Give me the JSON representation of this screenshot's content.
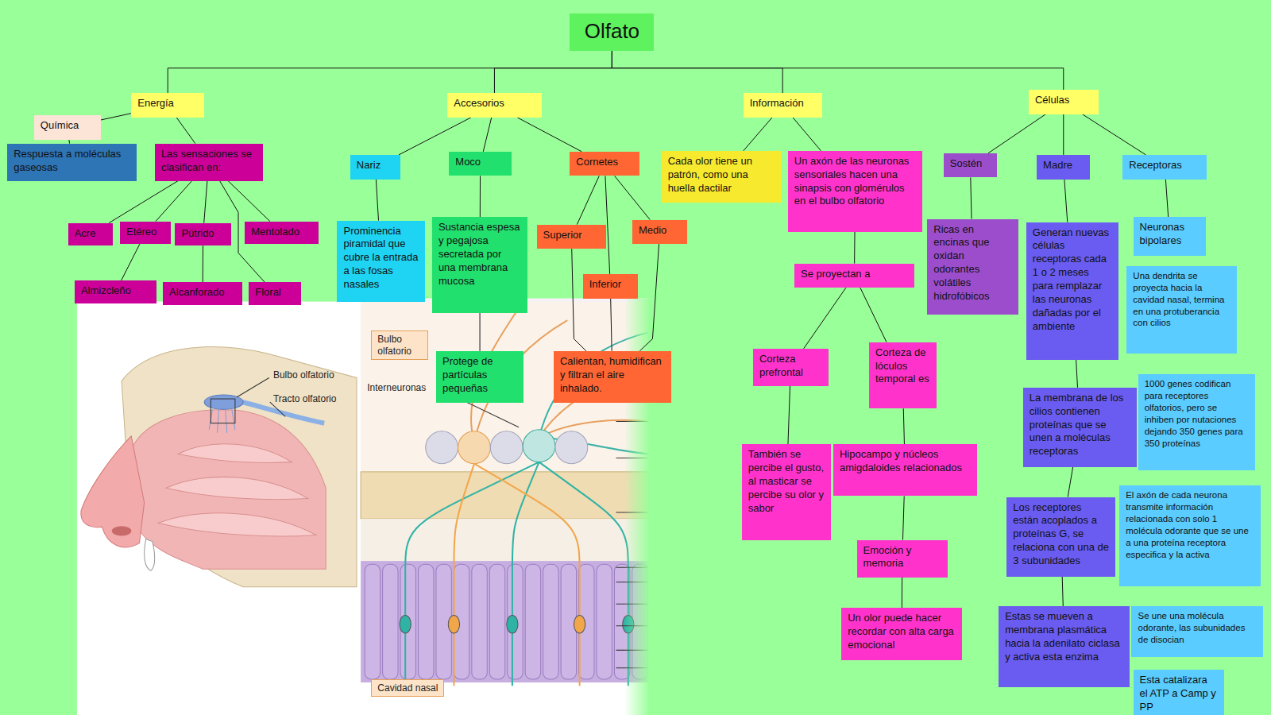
{
  "diagram": {
    "nodes": [
      {
        "text": [
          "Olfato"
        ]
      },
      {
        "text": [
          "Energía"
        ]
      },
      {
        "text": [
          "Accesorios"
        ]
      },
      {
        "text": [
          "Información"
        ]
      },
      {
        "text": [
          "Células"
        ]
      },
      {
        "text": [
          "Química"
        ]
      },
      {
        "text": [
          "Respuesta a moléculas gaseosas"
        ]
      },
      {
        "text": [
          "Las sensaciones se clasifican en:"
        ]
      },
      {
        "text": [
          "Acre"
        ]
      },
      {
        "text": [
          "Etéreo"
        ]
      },
      {
        "text": [
          "Pútrido"
        ]
      },
      {
        "text": [
          "Mentolado"
        ]
      },
      {
        "text": [
          "Almizcleño"
        ]
      },
      {
        "text": [
          "Alcanforado"
        ]
      },
      {
        "text": [
          "Floral"
        ]
      },
      {
        "text": [
          "Nariz"
        ]
      },
      {
        "text": [
          "Moco"
        ]
      },
      {
        "text": [
          "Cornetes"
        ]
      },
      {
        "text": [
          "Prominencia piramidal que cubre la entrada a las fosas nasales"
        ]
      },
      {
        "text": [
          "Sustancia espesa y pegajosa secretada por una membrana mucosa"
        ]
      },
      {
        "text": [
          "Superior"
        ]
      },
      {
        "text": [
          "Medio"
        ]
      },
      {
        "text": [
          "Inferior"
        ]
      },
      {
        "text": [
          "Protege de partículas pequeñas"
        ]
      },
      {
        "text": [
          "Calientan, humidifican y filtran el aire inhalado."
        ]
      },
      {
        "text": [
          "Cada olor tiene un patrón, como una huella dactilar"
        ]
      },
      {
        "text": [
          "Un axón de las neuronas sensoriales hacen una sinapsis con glomérulos en el bulbo olfatorio"
        ]
      },
      {
        "text": [
          "Se proyectan a"
        ]
      },
      {
        "text": [
          "Corteza prefrontal"
        ]
      },
      {
        "text": [
          "Corteza de lóculos temporal es"
        ]
      },
      {
        "text": [
          "También se percibe el gusto, al masticar se percibe su olor y sabor"
        ]
      },
      {
        "text": [
          "Hipocampo y núcleos amigdaloides relacionados"
        ]
      },
      {
        "text": [
          "Emoción y memoria"
        ]
      },
      {
        "text": [
          "Un olor puede hacer recordar con alta carga emocional"
        ]
      },
      {
        "text": [
          "Sostén"
        ]
      },
      {
        "text": [
          "Madre"
        ]
      },
      {
        "text": [
          "Receptoras"
        ]
      },
      {
        "text": [
          "Ricas en encinas que oxidan odorantes volátiles hidrofóbicos"
        ]
      },
      {
        "text": [
          "Generan nuevas células receptoras cada 1 o 2 meses para remplazar las neuronas dañadas por el ambiente"
        ]
      },
      {
        "text": [
          "La membrana de los cilios contienen proteínas que se unen a moléculas receptoras"
        ]
      },
      {
        "text": [
          "Los receptores están acoplados a proteínas G, se relaciona con una de 3 subunidades"
        ]
      },
      {
        "text": [
          "Estas se mueven a membrana plasmática hacia la adenilato ciclasa y activa esta enzima"
        ]
      },
      {
        "text": [
          "Neuronas bipolares"
        ]
      },
      {
        "text": [
          "Una dendrita se proyecta hacia la cavidad nasal, termina en una protuberancia con cilios"
        ]
      },
      {
        "text": [
          "1000 genes codifican para receptores olfatorios, pero se inhiben por nutaciones dejando 350 genes para 350 proteínas"
        ]
      },
      {
        "text": [
          "El axón de cada neurona transmite información relacionada con solo 1 molécula odorante que se une a una proteína receptora especifica y la activa"
        ]
      },
      {
        "text": [
          "Se une una molécula odorante, las subunidades de disocian"
        ]
      },
      {
        "text": [
          "Esta catalizara el ATP a Camp y PP"
        ]
      }
    ],
    "edges": [
      {
        "from": 0,
        "to": 1,
        "arrow": "none"
      },
      {
        "from": 0,
        "to": 2,
        "arrow": "none"
      },
      {
        "from": 0,
        "to": 3,
        "arrow": "none"
      },
      {
        "from": 0,
        "to": 4,
        "arrow": "none"
      },
      {
        "from": 1,
        "to": 5,
        "arrow": "none"
      },
      {
        "from": 1,
        "to": 7,
        "arrow": "none"
      },
      {
        "from": 5,
        "to": 6,
        "arrow": "none"
      },
      {
        "from": 7,
        "to": 8,
        "arrow": "none"
      },
      {
        "from": 7,
        "to": 9,
        "arrow": "none"
      },
      {
        "from": 7,
        "to": 10,
        "arrow": "none"
      },
      {
        "from": 7,
        "to": 11,
        "arrow": "none"
      },
      {
        "from": 7,
        "to": 14,
        "arrow": "none"
      },
      {
        "from": 9,
        "to": 12,
        "arrow": "none"
      },
      {
        "from": 10,
        "to": 13,
        "arrow": "none"
      },
      {
        "from": 2,
        "to": 15,
        "arrow": "none"
      },
      {
        "from": 2,
        "to": 16,
        "arrow": "none"
      },
      {
        "from": 2,
        "to": 17,
        "arrow": "none"
      },
      {
        "from": 15,
        "to": 18,
        "arrow": "none"
      },
      {
        "from": 16,
        "to": 19,
        "arrow": "none"
      },
      {
        "from": 19,
        "to": 23,
        "arrow": "none"
      },
      {
        "from": 17,
        "to": 20,
        "arrow": "none"
      },
      {
        "from": 17,
        "to": 21,
        "arrow": "none"
      },
      {
        "from": 17,
        "to": 22,
        "arrow": "none"
      },
      {
        "from": 20,
        "to": 24,
        "arrow": "none"
      },
      {
        "from": 21,
        "to": 24,
        "arrow": "none"
      },
      {
        "from": 22,
        "to": 24,
        "arrow": "none"
      },
      {
        "from": 3,
        "to": 25,
        "arrow": "none"
      },
      {
        "from": 3,
        "to": 26,
        "arrow": "none"
      },
      {
        "from": 26,
        "to": 27,
        "arrow": "none"
      },
      {
        "from": 27,
        "to": 28,
        "arrow": "none"
      },
      {
        "from": 27,
        "to": 29,
        "arrow": "none"
      },
      {
        "from": 28,
        "to": 30,
        "arrow": "none"
      },
      {
        "from": 29,
        "to": 31,
        "arrow": "none"
      },
      {
        "from": 31,
        "to": 32,
        "arrow": "none"
      },
      {
        "from": 32,
        "to": 33,
        "arrow": "none"
      },
      {
        "from": 4,
        "to": 34,
        "arrow": "none"
      },
      {
        "from": 4,
        "to": 35,
        "arrow": "none"
      },
      {
        "from": 4,
        "to": 36,
        "arrow": "none"
      },
      {
        "from": 34,
        "to": 37,
        "arrow": "none"
      },
      {
        "from": 35,
        "to": 38,
        "arrow": "none"
      },
      {
        "from": 38,
        "to": 39,
        "arrow": "none"
      },
      {
        "from": 39,
        "to": 40,
        "arrow": "none"
      },
      {
        "from": 40,
        "to": 41,
        "arrow": "none"
      },
      {
        "from": 36,
        "to": 42,
        "arrow": "none"
      }
    ],
    "labels": [
      "Bulbo olfatorio",
      "Tracto olfatorio",
      "Bulbo olfatorio",
      "Interneuronas",
      "Cavidad nasal"
    ]
  }
}
